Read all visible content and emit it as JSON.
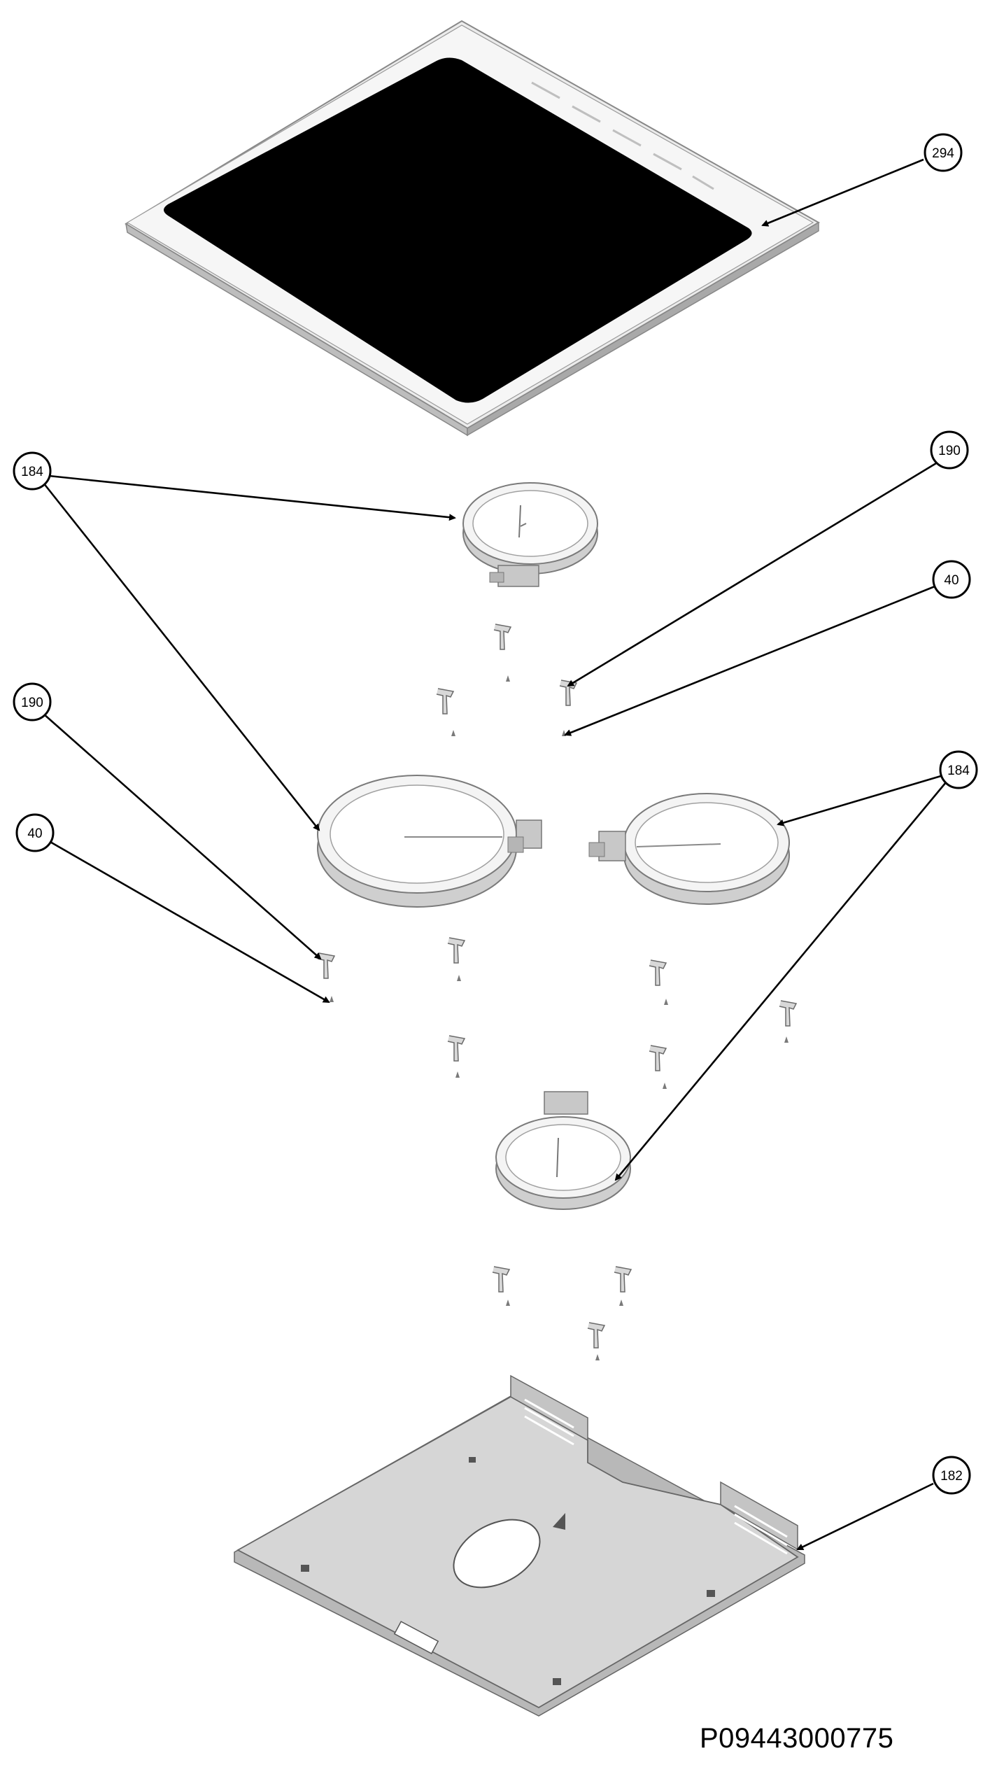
{
  "document_number": "P09443000775",
  "callouts": {
    "glass_top": "294",
    "element_top": "184",
    "clip_right_upper": "190",
    "screw_right_upper": "40",
    "clip_left": "190",
    "screw_left": "40",
    "element_right_and_bottom": "184",
    "base_tray": "182"
  },
  "colors": {
    "glass": "#000000",
    "frame": "#ffffff",
    "sheet_metal": "#d4d4d4",
    "line": "#000000"
  }
}
